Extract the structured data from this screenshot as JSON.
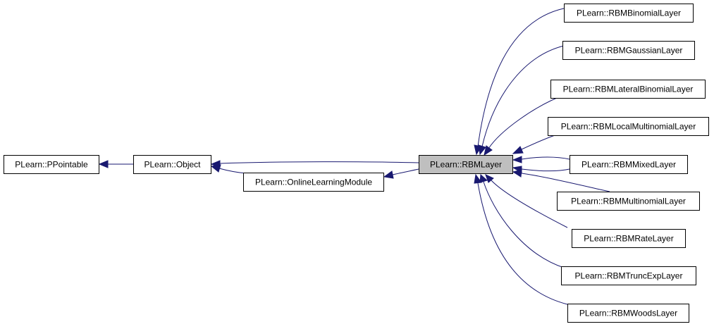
{
  "nodes": {
    "ppointable": "PLearn::PPointable",
    "object": "PLearn::Object",
    "online_module": "PLearn::OnlineLearningModule",
    "rbm_layer": "PLearn::RBMLayer",
    "binomial": "PLearn::RBMBinomialLayer",
    "gaussian": "PLearn::RBMGaussianLayer",
    "lateral_binomial": "PLearn::RBMLateralBinomialLayer",
    "local_multinomial": "PLearn::RBMLocalMultinomialLayer",
    "mixed": "PLearn::RBMMixedLayer",
    "multinomial": "PLearn::RBMMultinomialLayer",
    "rate": "PLearn::RBMRateLayer",
    "trunc_exp": "PLearn::RBMTruncExpLayer",
    "woods": "PLearn::RBMWoodsLayer"
  },
  "colors": {
    "edge": "#191970",
    "current_node_fill": "#bfbfbf",
    "node_fill": "#ffffff",
    "node_border": "#000000"
  }
}
